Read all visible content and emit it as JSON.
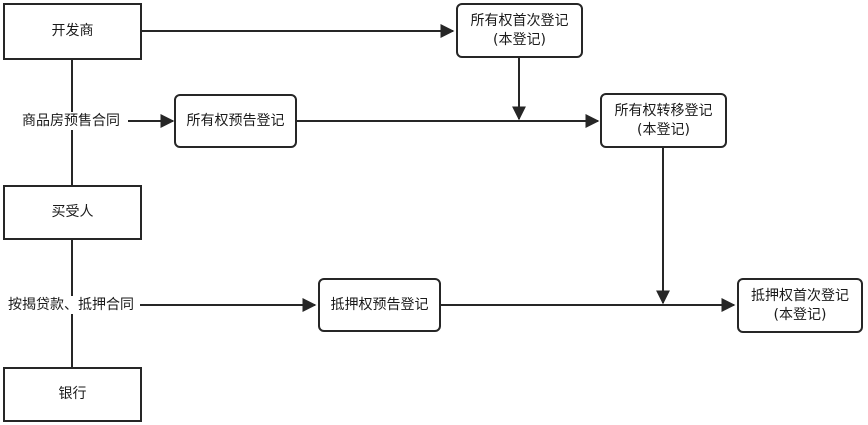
{
  "parties": {
    "developer": "开发商",
    "buyer": "买受人",
    "bank": "银行"
  },
  "contracts": {
    "presale_contract": "商品房预售合同",
    "mortgage_contract": "按揭贷款、抵押合同"
  },
  "registrations": {
    "ownership_presale": "所有权预告登记",
    "ownership_first": {
      "line1": "所有权首次登记",
      "line2": "(本登记)"
    },
    "ownership_transfer": {
      "line1": "所有权转移登记",
      "line2": "(本登记)"
    },
    "mortgage_presale": "抵押权预告登记",
    "mortgage_first": {
      "line1": "抵押权首次登记",
      "line2": "(本登记)"
    }
  }
}
